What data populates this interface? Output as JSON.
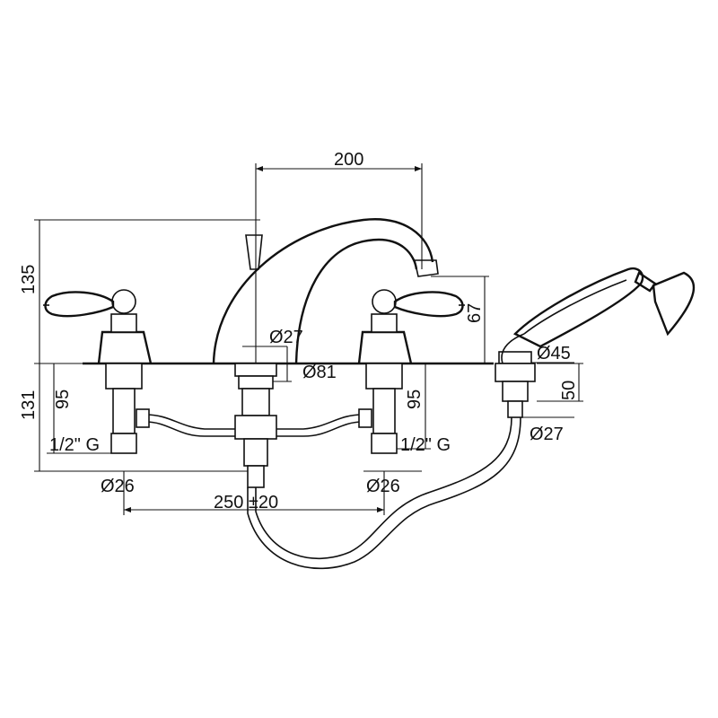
{
  "colors": {
    "ink": "#111111",
    "paper": "#ffffff"
  },
  "dimensions": {
    "spout_reach": "200",
    "overall_height": "135",
    "spout_outlet_height": "67",
    "below_deck_total": "131",
    "tail_left": "95",
    "tail_center": "95",
    "hose_holder_tail": "50",
    "spout_neck_dia": "Ø27",
    "spout_base_dia": "Ø81",
    "hose_holder_dia": "Ø45",
    "hose_outlet_dia": "Ø27",
    "valve_left_dia": "Ø26",
    "valve_right_dia": "Ø26",
    "thread_left": "1/2\" G",
    "thread_right": "1/2\" G",
    "spacing": "250 ±20"
  }
}
